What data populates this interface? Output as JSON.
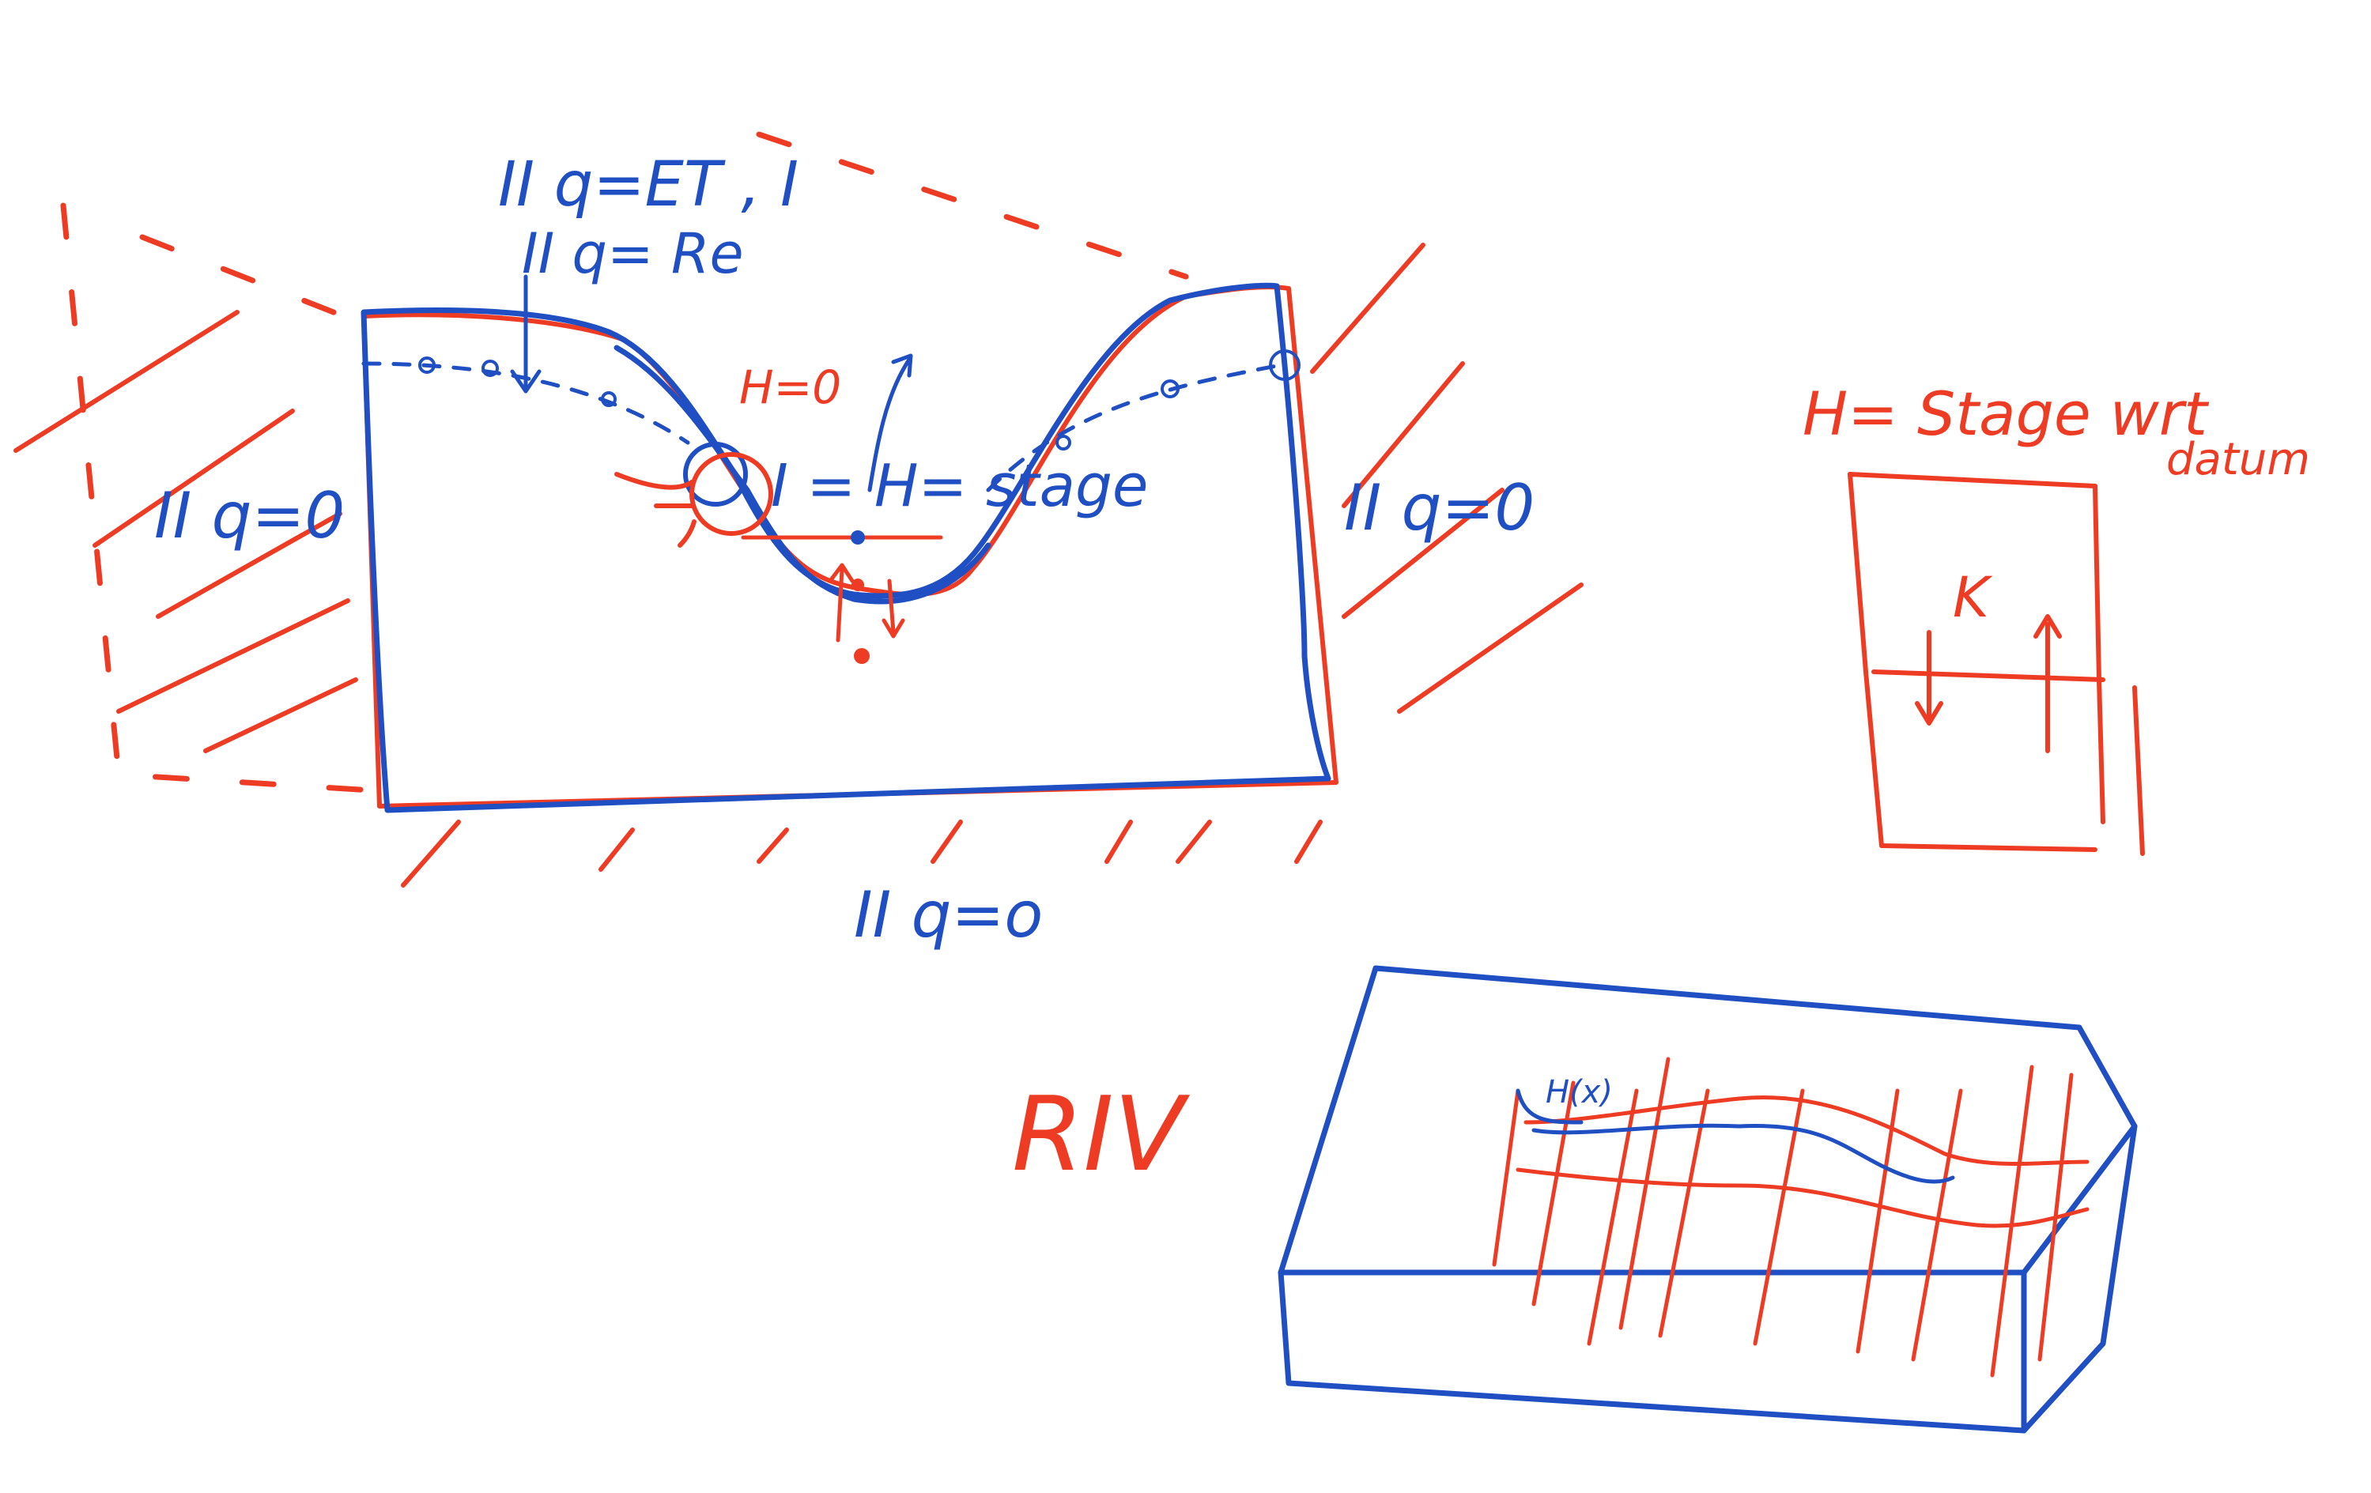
{
  "colors": {
    "blue_ink": "#1f4fc2",
    "red_ink": "#ee3b24",
    "background": "#ffffff"
  },
  "labels": {
    "top_left_1": "II  q=ET , I",
    "top_left_2": "II  q= Re",
    "h_zero": "H=0",
    "stage": "I = H= stage",
    "left_bc": "II  q=0",
    "right_bc": "II  q=0",
    "bottom_bc": "II  q=o",
    "stage_def_1": "H= Stage wrt",
    "stage_def_2": "datum",
    "k_label": "K",
    "riv": "RIV",
    "riv_h": "H(x)"
  }
}
